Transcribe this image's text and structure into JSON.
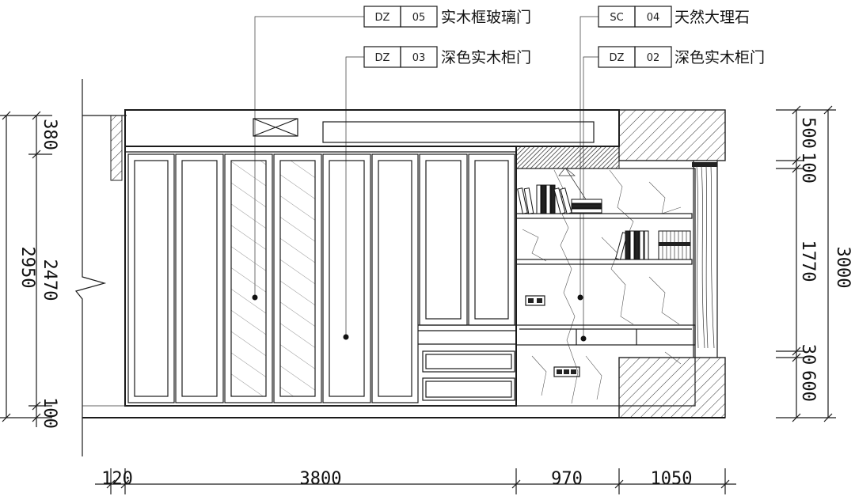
{
  "callouts": [
    {
      "code": "DZ",
      "num": "05",
      "label": "实木框玻璃门"
    },
    {
      "code": "DZ",
      "num": "03",
      "label": "深色实木柜门"
    },
    {
      "code": "SC",
      "num": "04",
      "label": "天然大理石"
    },
    {
      "code": "DZ",
      "num": "02",
      "label": "深色实木柜门"
    }
  ],
  "dimensions": {
    "bottom": [
      "120",
      "3800",
      "970",
      "1050"
    ],
    "left_outer": "2950",
    "left_inner": [
      "380",
      "2470",
      "100"
    ],
    "right_outer": "3000",
    "right_inner": [
      "500",
      "100",
      "1770",
      "30",
      "600"
    ]
  }
}
